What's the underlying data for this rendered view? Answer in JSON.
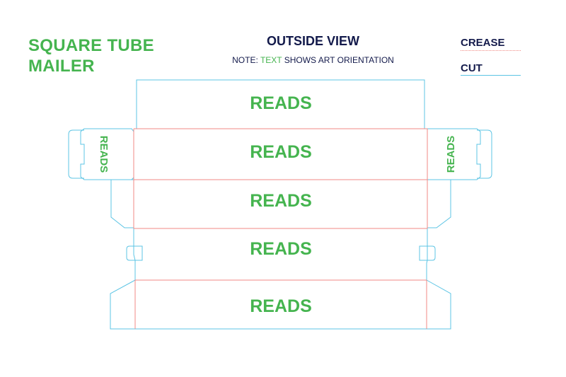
{
  "title": "SQUARE TUBE MAILER",
  "heading": "OUTSIDE VIEW",
  "note": {
    "prefix": "NOTE: ",
    "highlight": "TEXT",
    "suffix": " SHOWS ART ORIENTATION"
  },
  "legend": {
    "crease": "CREASE",
    "cut": "CUT"
  },
  "panel_label": "READS",
  "colors": {
    "green": "#45b44f",
    "navy": "#131a4b",
    "cut": "#5cc4e4",
    "crease": "#f08a84"
  }
}
